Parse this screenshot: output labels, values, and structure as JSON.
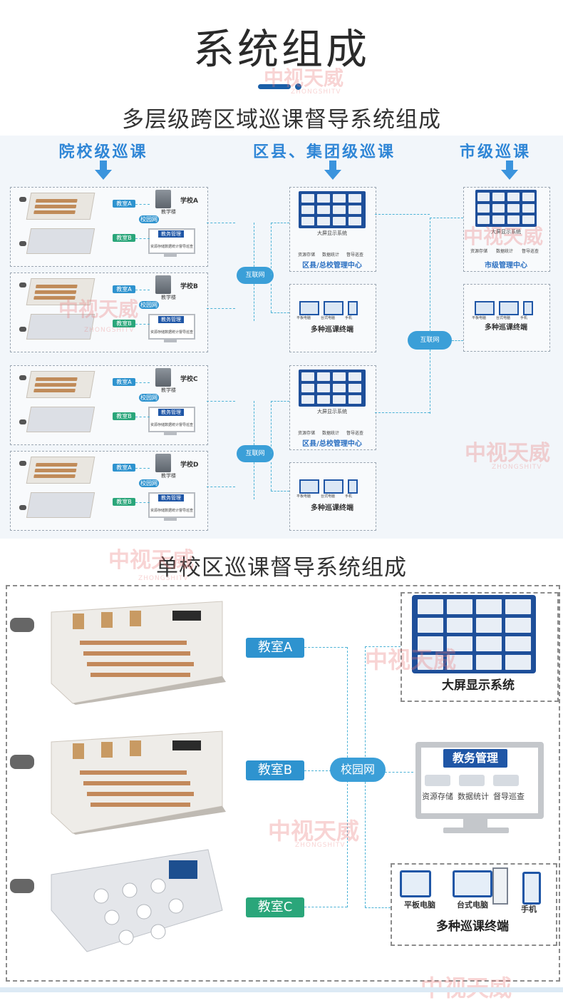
{
  "page": {
    "title": "系统组成",
    "watermark": {
      "cn": "中视天威",
      "en": "ZHONGSHITV"
    }
  },
  "multi": {
    "subtitle": "多层级跨区域巡课督导系统组成",
    "columns": {
      "school": "院校级巡课",
      "district": "区县、集团级巡课",
      "city": "市级巡课"
    },
    "schools": [
      {
        "name": "学校A",
        "room_a": "教室A",
        "room_b": "教室B",
        "building": "教学楼",
        "net": "校园网",
        "mgmt": "教务管理",
        "mgmt_items": [
          "资源存储",
          "数据统计",
          "督导巡查"
        ]
      },
      {
        "name": "学校B",
        "room_a": "教室A",
        "room_b": "教室B",
        "building": "教学楼",
        "net": "校园网",
        "mgmt": "教务管理",
        "mgmt_items": [
          "资源存储",
          "数据统计",
          "督导巡查"
        ]
      },
      {
        "name": "学校C",
        "room_a": "教室A",
        "room_b": "教室B",
        "building": "教学楼",
        "net": "校园网",
        "mgmt": "教务管理",
        "mgmt_items": [
          "资源存储",
          "数据统计",
          "督导巡查"
        ]
      },
      {
        "name": "学校D",
        "room_a": "教室A",
        "room_b": "教室B",
        "building": "教学楼",
        "net": "校园网",
        "mgmt": "教务管理",
        "mgmt_items": [
          "资源存储",
          "数据统计",
          "督导巡查"
        ]
      }
    ],
    "internet_label": "互联网",
    "district_center": {
      "screen": "大屏显示系统",
      "items": [
        "资源存储",
        "数据统计",
        "督导巡查"
      ],
      "name": "区县/总校管理中心"
    },
    "terminal": {
      "devices": [
        "平板电脑",
        "台式电脑",
        "手机"
      ],
      "label": "多种巡课终端"
    },
    "city_center": {
      "screen": "大屏显示系统",
      "items": [
        "资源存储",
        "数据统计",
        "督导巡查"
      ],
      "name": "市级管理中心"
    }
  },
  "single": {
    "subtitle": "单校区巡课督导系统组成",
    "rooms": [
      "教室A",
      "教室B",
      "教室C"
    ],
    "net": "校园网",
    "screen": "大屏显示系统",
    "mgmt": "教务管理",
    "mgmt_items": [
      "资源存储",
      "数据统计",
      "督导巡查"
    ],
    "devices": [
      "平板电脑",
      "台式电脑",
      "手机"
    ],
    "terminal_label": "多种巡课终端"
  },
  "colors": {
    "accent": "#2f86d6",
    "tag_blue": "#2e93cf",
    "tag_green": "#2aa67a",
    "screen_blue": "#1e4f9a",
    "link": "#4bb2d6"
  }
}
